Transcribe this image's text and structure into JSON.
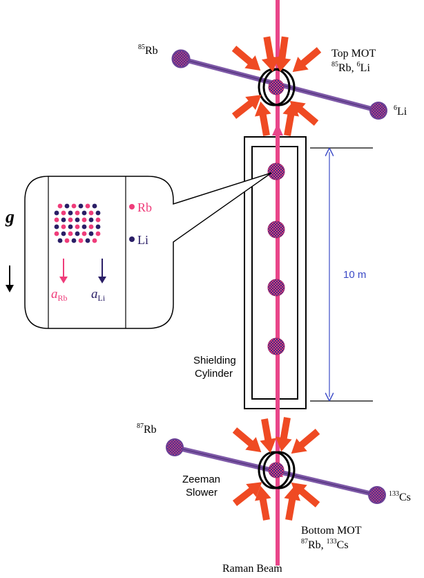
{
  "colors": {
    "beam": "#e9468a",
    "arrow_red": "#ef4a23",
    "oven": "#6a3f95",
    "tube": "#7f5aa8",
    "blue_label": "#3a49c6",
    "rb_dot": "#ef3c7a",
    "li_dot": "#2a1e66",
    "outline": "#000000"
  },
  "top_mot": {
    "left_isotope_mass": "85",
    "left_isotope_symbol": "Rb",
    "right_isotope_mass": "6",
    "right_isotope_symbol": "Li",
    "title": "Top MOT",
    "line2_mass1": "85",
    "line2_sym1": "Rb, ",
    "line2_mass2": "6",
    "line2_sym2": "Li"
  },
  "bottom_mot": {
    "left_isotope_mass": "87",
    "left_isotope_symbol": "Rb",
    "right_isotope_mass": "133",
    "right_isotope_symbol": "Cs",
    "title": "Bottom MOT",
    "line2_mass1": "87",
    "line2_sym1": "Rb, ",
    "line2_mass2": "133",
    "line2_sym2": "Cs"
  },
  "zeeman": {
    "line1": "Zeeman",
    "line2": "Slower"
  },
  "shielding": {
    "line1": "Shielding",
    "line2": "Cylinder"
  },
  "height_label": "10 m",
  "raman_label": "Raman Beam",
  "inset": {
    "gravity_symbol": "g",
    "rb_label": "Rb",
    "li_label": "Li",
    "a_symbol": "a",
    "a_rb_sub": "Rb",
    "a_li_sub": "Li"
  },
  "icons": [
    "gravity-arrow-icon",
    "laser-arrow-icon",
    "coil-ring-icon",
    "atom-cloud-icon",
    "oven-icon"
  ]
}
